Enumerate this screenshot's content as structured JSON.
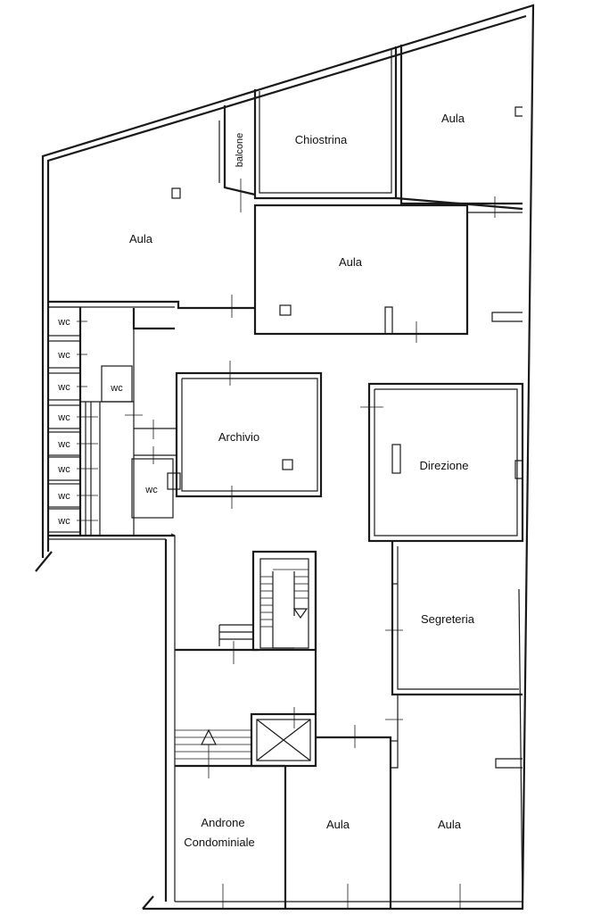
{
  "rooms": {
    "aula_top_right": "Aula",
    "chiostrina": "Chiostrina",
    "balcone": "balcone",
    "aula_left": "Aula",
    "aula_center": "Aula",
    "archivio": "Archivio",
    "direzione": "Direzione",
    "segreteria": "Segreteria",
    "androne_line1": "Androne",
    "androne_line2": "Condominiale",
    "aula_bottom_mid": "Aula",
    "aula_bottom_right": "Aula"
  },
  "wc": {
    "label": "wc",
    "count_left_column": 8
  }
}
